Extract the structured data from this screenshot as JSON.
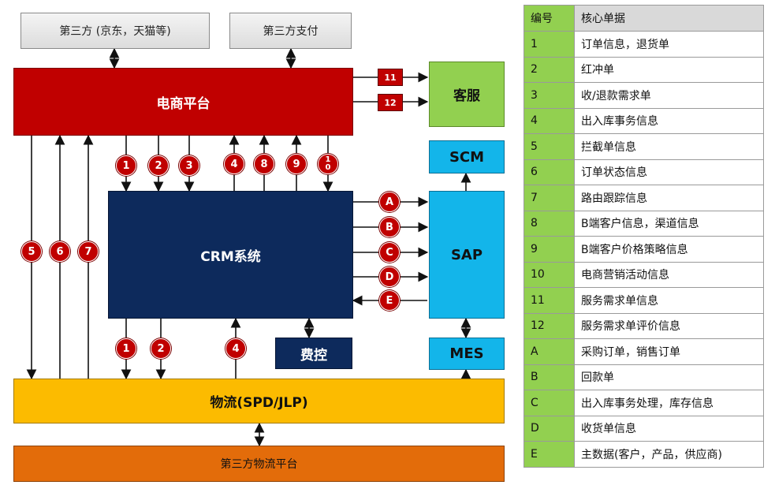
{
  "boxes": {
    "third_party_stores": "第三方 (京东，天猫等)",
    "third_party_payment": "第三方支付",
    "ecommerce_platform": "电商平台",
    "customer_service": "客服",
    "scm": "SCM",
    "crm": "CRM系统",
    "sap": "SAP",
    "mes": "MES",
    "expense_control": "费控",
    "logistics": "物流(SPD/JLP)",
    "third_party_logistics": "第三方物流平台"
  },
  "flow_tags": {
    "cs_11": "11",
    "cs_12": "12"
  },
  "markers": {
    "left_5": "5",
    "left_6": "6",
    "left_7": "7",
    "top_1": "1",
    "top_2": "2",
    "top_3": "3",
    "top_4": "4",
    "top_8": "8",
    "top_9": "9",
    "top_10a": "1",
    "top_10b": "0",
    "bot_1": "1",
    "bot_2": "2",
    "bot_4": "4",
    "sap_a": "A",
    "sap_b": "B",
    "sap_c": "C",
    "sap_d": "D",
    "sap_e": "E"
  },
  "legend": {
    "header": {
      "code": "编号",
      "doc": "核心单据"
    },
    "rows": [
      {
        "code": "1",
        "doc": "订单信息，退货单"
      },
      {
        "code": "2",
        "doc": "红冲单"
      },
      {
        "code": "3",
        "doc": "收/退款需求单"
      },
      {
        "code": "4",
        "doc": "出入库事务信息"
      },
      {
        "code": "5",
        "doc": "拦截单信息"
      },
      {
        "code": "6",
        "doc": "订单状态信息"
      },
      {
        "code": "7",
        "doc": "路由跟踪信息"
      },
      {
        "code": "8",
        "doc": "B端客户信息，渠道信息"
      },
      {
        "code": "9",
        "doc": "B端客户价格策略信息"
      },
      {
        "code": "10",
        "doc": "电商营销活动信息"
      },
      {
        "code": "11",
        "doc": "服务需求单信息"
      },
      {
        "code": "12",
        "doc": "服务需求单评价信息"
      },
      {
        "code": "A",
        "doc": "采购订单，销售订单"
      },
      {
        "code": "B",
        "doc": "回款单"
      },
      {
        "code": "C",
        "doc": "出入库事务处理，库存信息"
      },
      {
        "code": "D",
        "doc": "收货单信息"
      },
      {
        "code": "E",
        "doc": "主数据(客户，产品，供应商)"
      }
    ]
  },
  "colors": {
    "red": "#c00000",
    "green": "#92d050",
    "cyan": "#13b5ea",
    "navy": "#0d2a5c",
    "yellow": "#fcbb00",
    "orange": "#e36c0a"
  }
}
